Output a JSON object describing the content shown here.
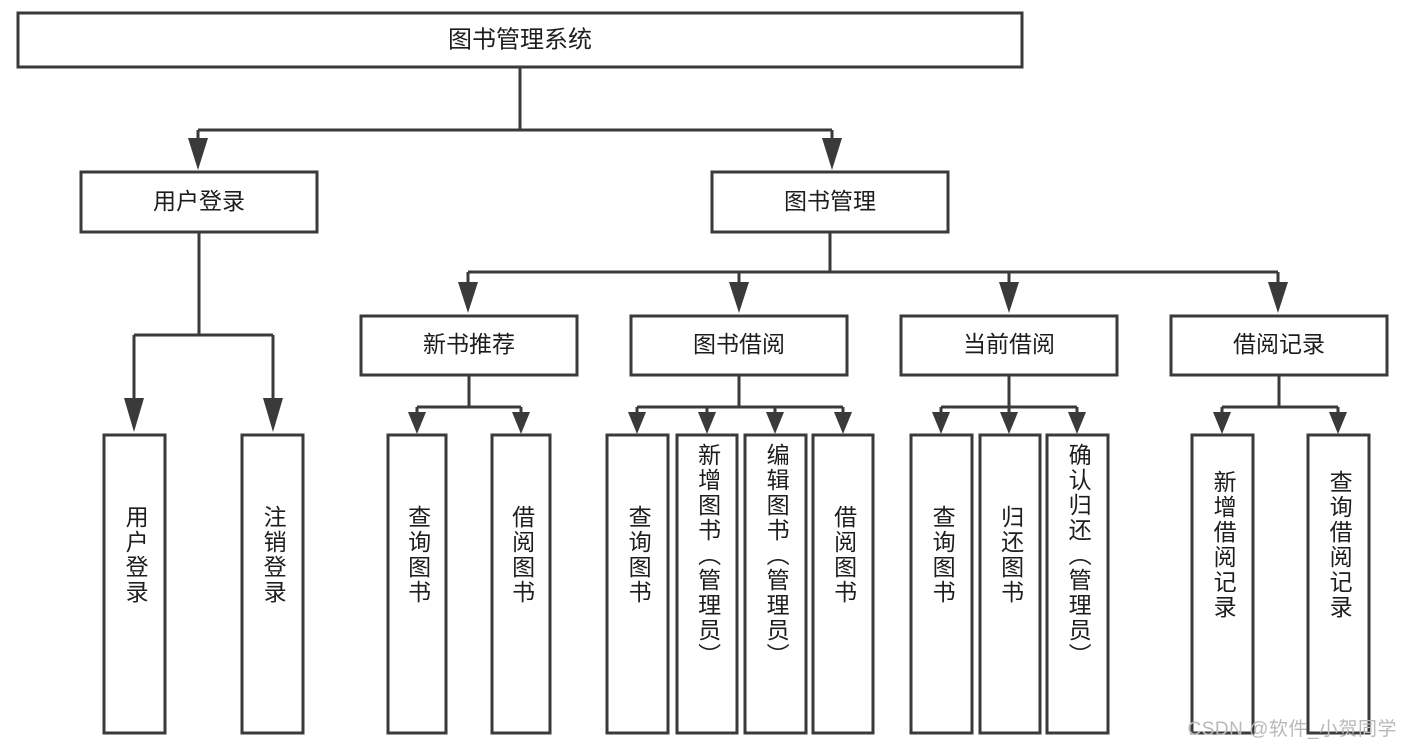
{
  "diagram": {
    "title": "图书管理系统",
    "watermark": "CSDN @软件_小贺同学",
    "colors": {
      "stroke": "#3a3a3a",
      "text": "#1d1d1d",
      "background": "#ffffff",
      "watermark": "#b9b9b9"
    },
    "root": {
      "label": "图书管理系统"
    },
    "level2": [
      {
        "label": "用户登录"
      },
      {
        "label": "图书管理"
      }
    ],
    "level3": [
      {
        "label": "新书推荐"
      },
      {
        "label": "图书借阅"
      },
      {
        "label": "当前借阅"
      },
      {
        "label": "借阅记录"
      }
    ],
    "leaves": {
      "user_login": [
        {
          "label": "用户登录"
        },
        {
          "label": "注销登录"
        }
      ],
      "new_book_recommend": [
        {
          "label": "查询图书"
        },
        {
          "label": "借阅图书"
        }
      ],
      "book_borrow": [
        {
          "label": "查询图书"
        },
        {
          "label": "新增图书（管理员）"
        },
        {
          "label": "编辑图书（管理员）"
        },
        {
          "label": "借阅图书"
        }
      ],
      "current_borrow": [
        {
          "label": "查询图书"
        },
        {
          "label": "归还图书"
        },
        {
          "label": "确认归还（管理员）"
        }
      ],
      "borrow_record": [
        {
          "label": "新增借阅记录"
        },
        {
          "label": "查询借阅记录"
        }
      ]
    }
  }
}
